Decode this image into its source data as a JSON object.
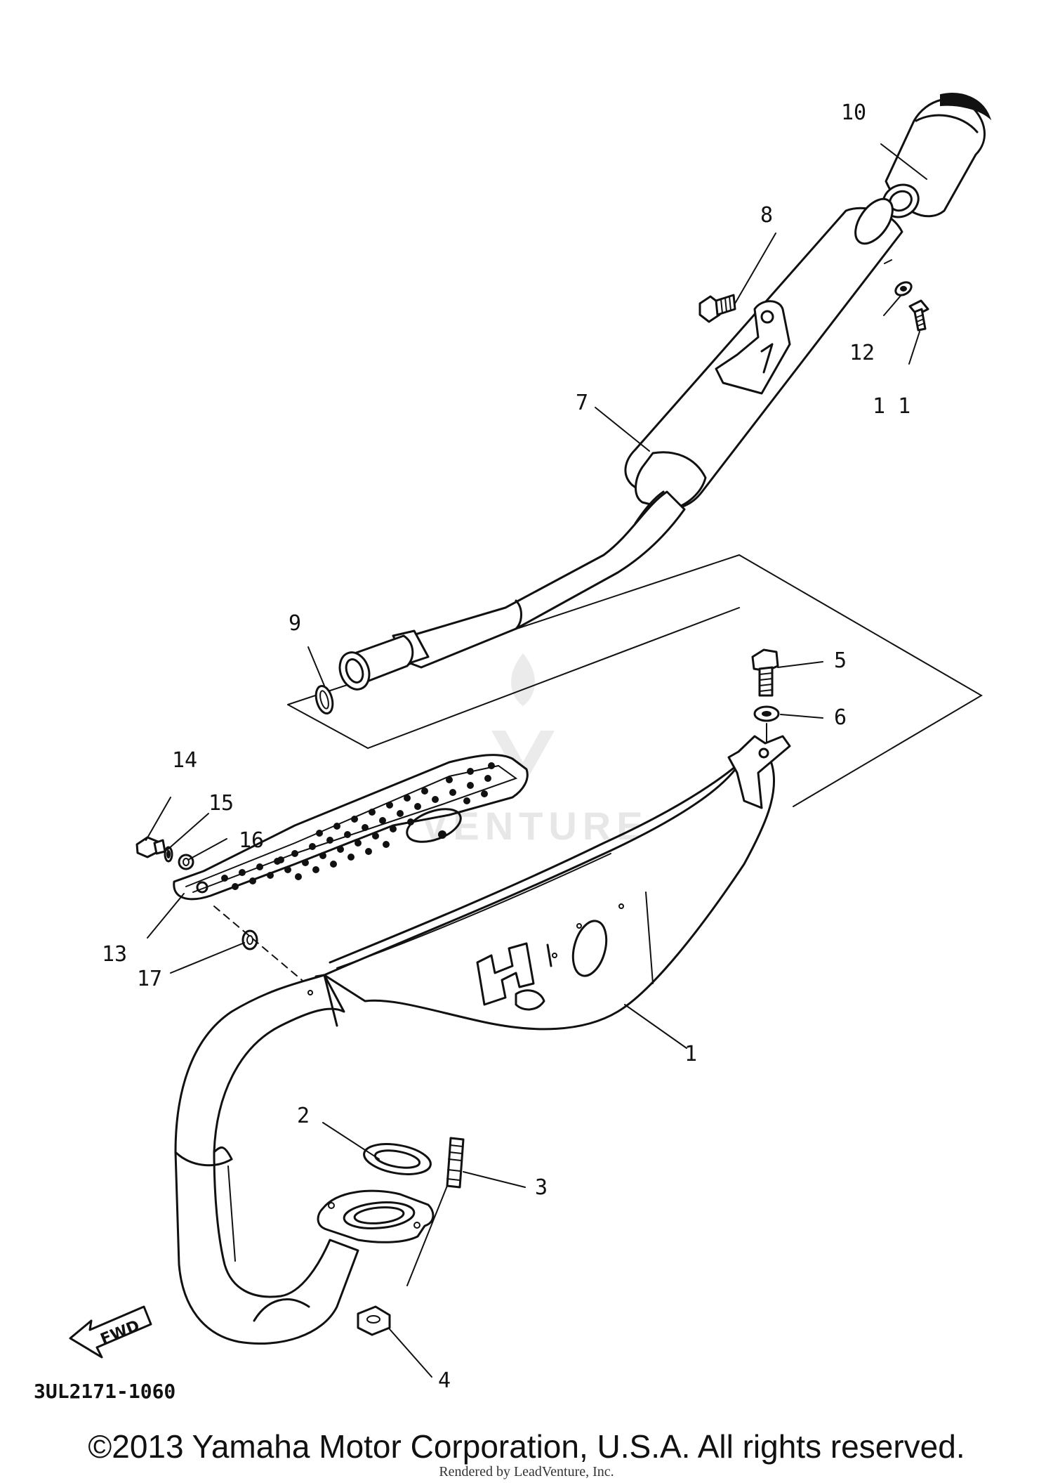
{
  "diagram": {
    "part_code": "3UL2171-1060",
    "fwd_label": "FWD",
    "watermark_text": "VENTURE",
    "callouts": [
      {
        "id": "c1",
        "label": "1"
      },
      {
        "id": "c2",
        "label": "2"
      },
      {
        "id": "c3",
        "label": "3"
      },
      {
        "id": "c4",
        "label": "4"
      },
      {
        "id": "c5",
        "label": "5"
      },
      {
        "id": "c6",
        "label": "6"
      },
      {
        "id": "c7",
        "label": "7"
      },
      {
        "id": "c8",
        "label": "8"
      },
      {
        "id": "c9",
        "label": "9"
      },
      {
        "id": "c10",
        "label": "10"
      },
      {
        "id": "c11",
        "label": "1 1"
      },
      {
        "id": "c12",
        "label": "12"
      },
      {
        "id": "c13",
        "label": "13"
      },
      {
        "id": "c14",
        "label": "14"
      },
      {
        "id": "c15",
        "label": "15"
      },
      {
        "id": "c16",
        "label": "16"
      },
      {
        "id": "c17",
        "label": "17"
      }
    ]
  },
  "footer": {
    "copyright": "©2013 Yamaha Motor Corporation, U.S.A. All rights reserved.",
    "rendered_by": "Rendered by LeadVenture, Inc."
  }
}
